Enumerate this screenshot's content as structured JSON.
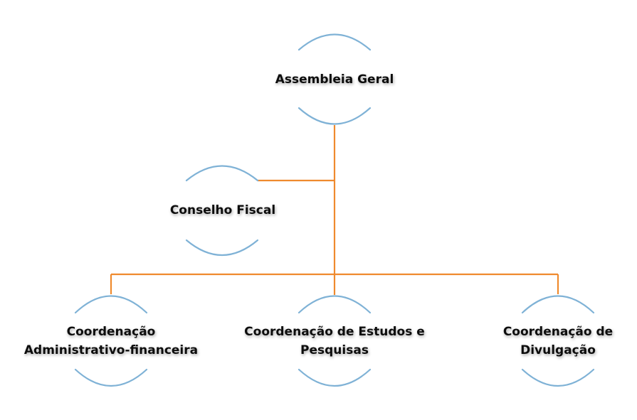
{
  "diagram": {
    "type": "org-chart",
    "nodes": {
      "assembleia": {
        "label": "Assembleia Geral"
      },
      "conselho": {
        "label": "Conselho Fiscal"
      },
      "admin": {
        "lines": [
          "Coordenação",
          "Administrativo-financeira"
        ]
      },
      "estudos": {
        "lines": [
          "Coordenação de Estudos e",
          "Pesquisas"
        ]
      },
      "divulgacao": {
        "lines": [
          "Coordenação de",
          "Divulgação"
        ]
      }
    },
    "edges": [
      {
        "from": "assembleia",
        "to": "conselho"
      },
      {
        "from": "assembleia",
        "to": "admin"
      },
      {
        "from": "assembleia",
        "to": "estudos"
      },
      {
        "from": "assembleia",
        "to": "divulgacao"
      }
    ],
    "colors": {
      "arc": "#7fb2d6",
      "connector": "#ef8a2e",
      "text": "#111111"
    }
  }
}
